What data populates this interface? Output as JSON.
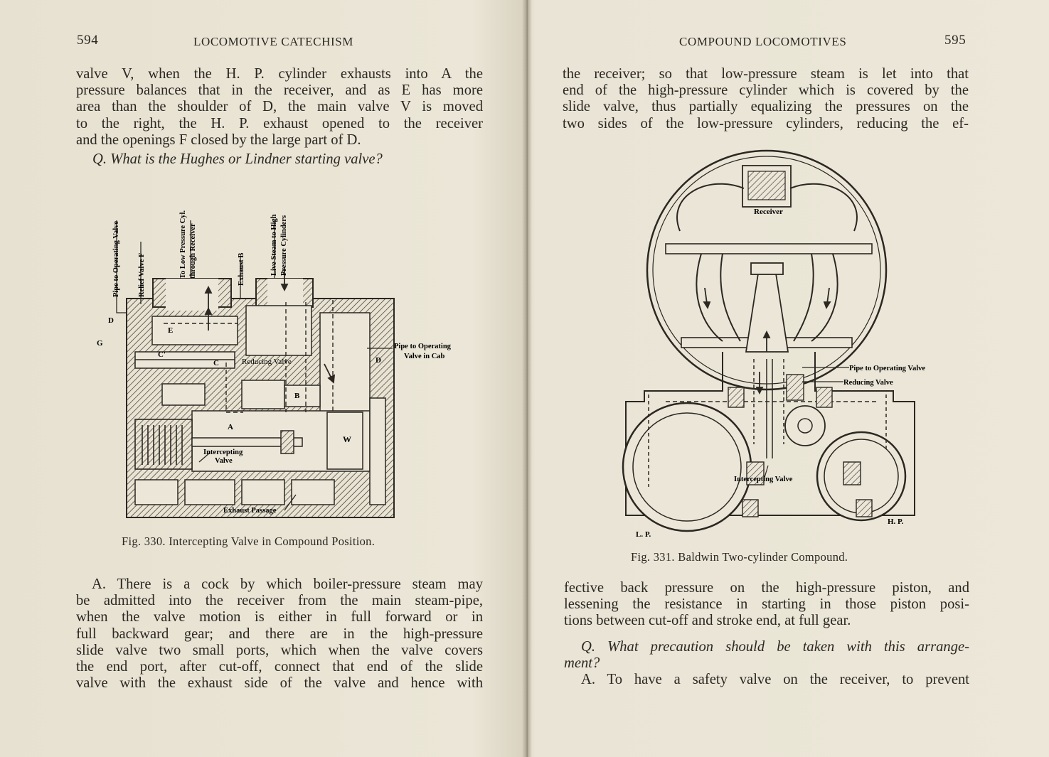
{
  "left_page": {
    "page_number": "594",
    "running_head": "LOCOMOTIVE CATECHISM",
    "paragraph1_lines": [
      "valve V, when the H. P. cylinder exhausts into A the",
      "pressure balances that in the receiver, and as E has more",
      "area than the shoulder of D, the main valve V is moved",
      "to the right, the H. P. exhaust opened to the receiver",
      "and the openings F closed by the large part of D."
    ],
    "question": "Q. What is the Hughes or Lindner starting valve?",
    "figure_labels": {
      "pipe_to_operating_valve": "Pipe to Operating Valve",
      "relief_valve": "Relief Valve F",
      "to_low_pressure": "To Low Pressure Cyl.",
      "through_receiver": "through Receiver",
      "exhaust_b": "Exhaust B",
      "live_steam": "Live Steam to High",
      "pressure_cylinders": "Pressure Cylinders",
      "pipe_to_operating_cab_1": "Pipe to Operating",
      "pipe_to_operating_cab_2": "Valve in Cab",
      "reducing_valve": "Reducing Valve",
      "intercepting_1": "Intercepting",
      "intercepting_2": "Valve",
      "exhaust_passage": "Exhaust Passage",
      "letter_d": "D",
      "letter_g": "G",
      "letter_e": "E",
      "letter_c_prime": "C'",
      "letter_c": "C",
      "letter_d2": "D",
      "letter_b": "B",
      "letter_a": "A",
      "letter_w": "W"
    },
    "caption": "Fig. 330.  Intercepting Valve in Compound Position.",
    "answer_lines": [
      "A. There is a cock by which boiler-pressure steam may",
      "be admitted into the receiver from the main steam-pipe,",
      "when the valve motion is either in full forward or in",
      "full backward gear; and there are in the high-pressure",
      "slide valve two small ports, which when the valve covers",
      "the end port, after cut-off, connect that end of the slide",
      "valve with the exhaust side of the valve and hence with"
    ]
  },
  "right_page": {
    "page_number": "595",
    "running_head": "COMPOUND LOCOMOTIVES",
    "paragraph1_lines": [
      "the receiver; so that low-pressure steam is let into that",
      "end of the high-pressure cylinder which is covered by the",
      "slide valve, thus partially equalizing the pressures on the",
      "two sides of the low-pressure cylinders, reducing the ef-"
    ],
    "figure_labels": {
      "receiver": "Receiver",
      "pipe_to_operating_valve": "Pipe to Operating Valve",
      "reducing_valve": "Reducing Valve",
      "intercepting_valve": "Intercepting Valve",
      "lp": "L. P.",
      "hp": "H. P."
    },
    "caption": "Fig. 331.  Baldwin Two-cylinder Compound.",
    "paragraph2_lines": [
      "fective back pressure on the high-pressure piston, and",
      "lessening the resistance in starting in those piston posi-",
      "tions between cut-off and stroke end, at full gear."
    ],
    "question_lines": [
      "Q. What precaution should be taken with this arrange-",
      "ment?"
    ],
    "answer_line": "A. To have a safety valve on the receiver, to prevent"
  }
}
